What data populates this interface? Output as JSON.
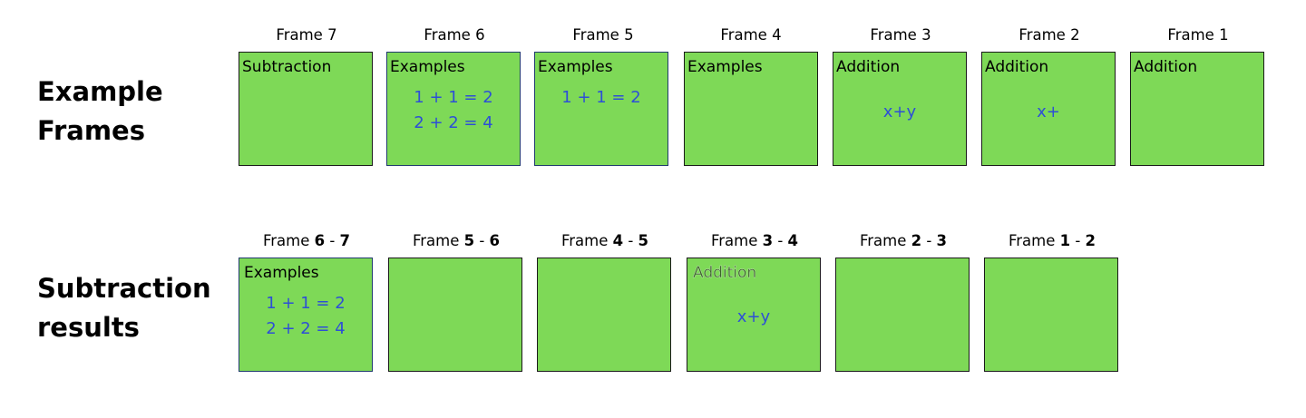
{
  "rows": [
    {
      "title_line1": "Example",
      "title_line2": "Frames",
      "frames": [
        {
          "label": "Frame 7",
          "title": "Subtraction",
          "body": []
        },
        {
          "label": "Frame 6",
          "title": "Examples",
          "body": [
            "1 + 1 = 2",
            "2 + 2 = 4"
          ]
        },
        {
          "label": "Frame 5",
          "title": "Examples",
          "body": [
            "1 + 1 = 2"
          ]
        },
        {
          "label": "Frame 4",
          "title": "Examples",
          "body": []
        },
        {
          "label": "Frame 3",
          "title": "Addition",
          "body": [
            "x+y"
          ]
        },
        {
          "label": "Frame 2",
          "title": "Addition",
          "body": [
            "x+"
          ]
        },
        {
          "label": "Frame 1",
          "title": "Addition",
          "body": []
        }
      ]
    },
    {
      "title_line1": "Subtraction",
      "title_line2": "results",
      "frames": [
        {
          "label_prefix": "Frame ",
          "label_a": "6",
          "label_sep": " - ",
          "label_b": "7",
          "title": "Examples",
          "body": [
            "1 + 1 = 2",
            "2 + 2 = 4"
          ]
        },
        {
          "label_prefix": "Frame ",
          "label_a": "5",
          "label_sep": " - ",
          "label_b": "6",
          "title": "",
          "body": []
        },
        {
          "label_prefix": "Frame ",
          "label_a": "4",
          "label_sep": " - ",
          "label_b": "5",
          "title": "",
          "body": []
        },
        {
          "label_prefix": "Frame ",
          "label_a": "3",
          "label_sep": " - ",
          "label_b": "4",
          "title": "Addition",
          "body": [
            "x+y"
          ]
        },
        {
          "label_prefix": "Frame ",
          "label_a": "2",
          "label_sep": " - ",
          "label_b": "3",
          "title": "",
          "body": []
        },
        {
          "label_prefix": "Frame ",
          "label_a": "1",
          "label_sep": " - ",
          "label_b": "2",
          "title": "",
          "body": []
        }
      ]
    }
  ],
  "colors": {
    "box_fill": "#7ed957",
    "box_border": "#1a1a1a",
    "body_text": "#2d4fd6"
  }
}
